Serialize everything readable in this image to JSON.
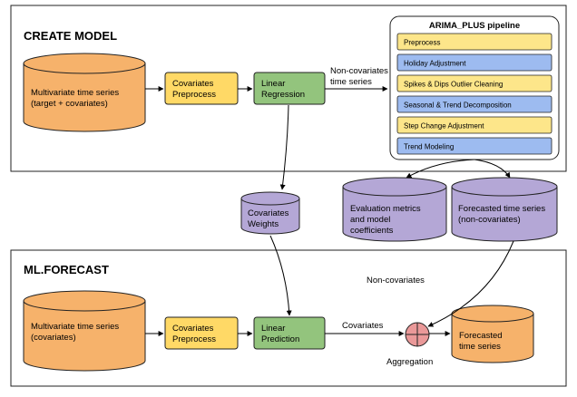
{
  "sections": {
    "create_model": "CREATE MODEL",
    "ml_forecast": "ML.FORECAST"
  },
  "create": {
    "input_line1": "Multivariate time series",
    "input_line2": "(target + covariates)",
    "preprocess_line1": "Covariates",
    "preprocess_line2": "Preprocess",
    "regression_line1": "Linear",
    "regression_line2": "Regression",
    "noncov_line1": "Non-covariates",
    "noncov_line2": "time series"
  },
  "pipeline": {
    "title": "ARIMA_PLUS pipeline",
    "steps": [
      {
        "label": "Preprocess",
        "color": "#fde68a"
      },
      {
        "label": "Holiday Adjustment",
        "color": "#9dbbf0"
      },
      {
        "label": "Spikes & Dips Outlier Cleaning",
        "color": "#fde68a"
      },
      {
        "label": "Seasonal & Trend Decomposition",
        "color": "#9dbbf0"
      },
      {
        "label": "Step Change Adjustment",
        "color": "#fde68a"
      },
      {
        "label": "Trend Modeling",
        "color": "#9dbbf0"
      }
    ]
  },
  "stores": {
    "weights_line1": "Covariates",
    "weights_line2": "Weights",
    "eval_line1": "Evaluation metrics",
    "eval_line2": "and model",
    "eval_line3": "coefficients",
    "forecasted_line1": "Forecasted time series",
    "forecasted_line2": "(non-covariates)"
  },
  "forecast": {
    "input_line1": "Multivariate time series",
    "input_line2": "(covariates)",
    "preprocess_line1": "Covariates",
    "preprocess_line2": "Preprocess",
    "prediction_line1": "Linear",
    "prediction_line2": "Prediction",
    "covariates_label": "Covariates",
    "noncov_label": "Non-covariates",
    "aggregation_label": "Aggregation",
    "output_line1": "Forecasted",
    "output_line2": "time series"
  },
  "colors": {
    "orange": "#f6b26b",
    "yellow": "#ffd966",
    "green": "#93c47d",
    "purple": "#b4a7d6",
    "aggregator": "#ea9999"
  }
}
